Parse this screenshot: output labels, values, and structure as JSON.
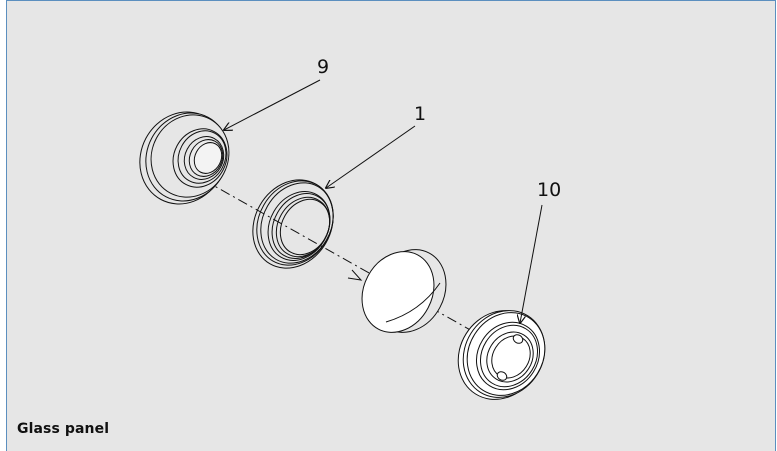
{
  "caption": "Glass panel",
  "callouts": [
    {
      "id": "9",
      "label": "9"
    },
    {
      "id": "1",
      "label": "1"
    },
    {
      "id": "10",
      "label": "10"
    }
  ],
  "colors": {
    "background": "#e6e6e6",
    "frame": "#5b8fbf",
    "line": "#111111",
    "glass": "#ffffff"
  }
}
